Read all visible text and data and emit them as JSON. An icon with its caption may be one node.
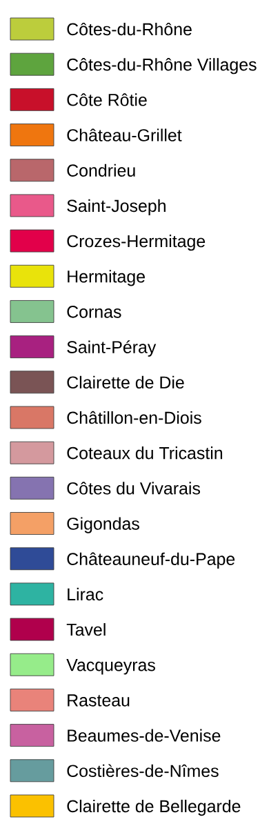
{
  "diagram": {
    "legend": [
      {
        "text": "Côtes-du-Rhône",
        "color": "#bccd3c"
      },
      {
        "text": "Côtes-du-Rhône Villages",
        "color": "#5ea43e"
      },
      {
        "text": "Côte Rôtie",
        "color": "#c8102a"
      },
      {
        "text": "Château-Grillet",
        "color": "#ef760f"
      },
      {
        "text": "Condrieu",
        "color": "#b9676b"
      },
      {
        "text": "Saint-Joseph",
        "color": "#e9598a"
      },
      {
        "text": "Crozes-Hermitage",
        "color": "#e2004a"
      },
      {
        "text": "Hermitage",
        "color": "#e9e30b"
      },
      {
        "text": "Cornas",
        "color": "#85c38f"
      },
      {
        "text": "Saint-Péray",
        "color": "#a82180"
      },
      {
        "text": "Clairette de Die",
        "color": "#7a5455"
      },
      {
        "text": "Châtillon-en-Diois",
        "color": "#d97766"
      },
      {
        "text": "Coteaux du Tricastin",
        "color": "#d4999e"
      },
      {
        "text": "Côtes du Vivarais",
        "color": "#8573b0"
      },
      {
        "text": "Gigondas",
        "color": "#f4a066"
      },
      {
        "text": "Châteauneuf-du-Pape",
        "color": "#2f4b97"
      },
      {
        "text": "Lirac",
        "color": "#2eb3a2"
      },
      {
        "text": "Tavel",
        "color": "#b0004c"
      },
      {
        "text": "Vacqueyras",
        "color": "#96ec8a"
      },
      {
        "text": "Rasteau",
        "color": "#e9837a"
      },
      {
        "text": "Beaumes-de-Venise",
        "color": "#c861a0"
      },
      {
        "text": "Costières-de-Nîmes",
        "color": "#669c9e"
      },
      {
        "text": "Clairette de Bellegarde",
        "color": "#fbc100"
      }
    ]
  }
}
